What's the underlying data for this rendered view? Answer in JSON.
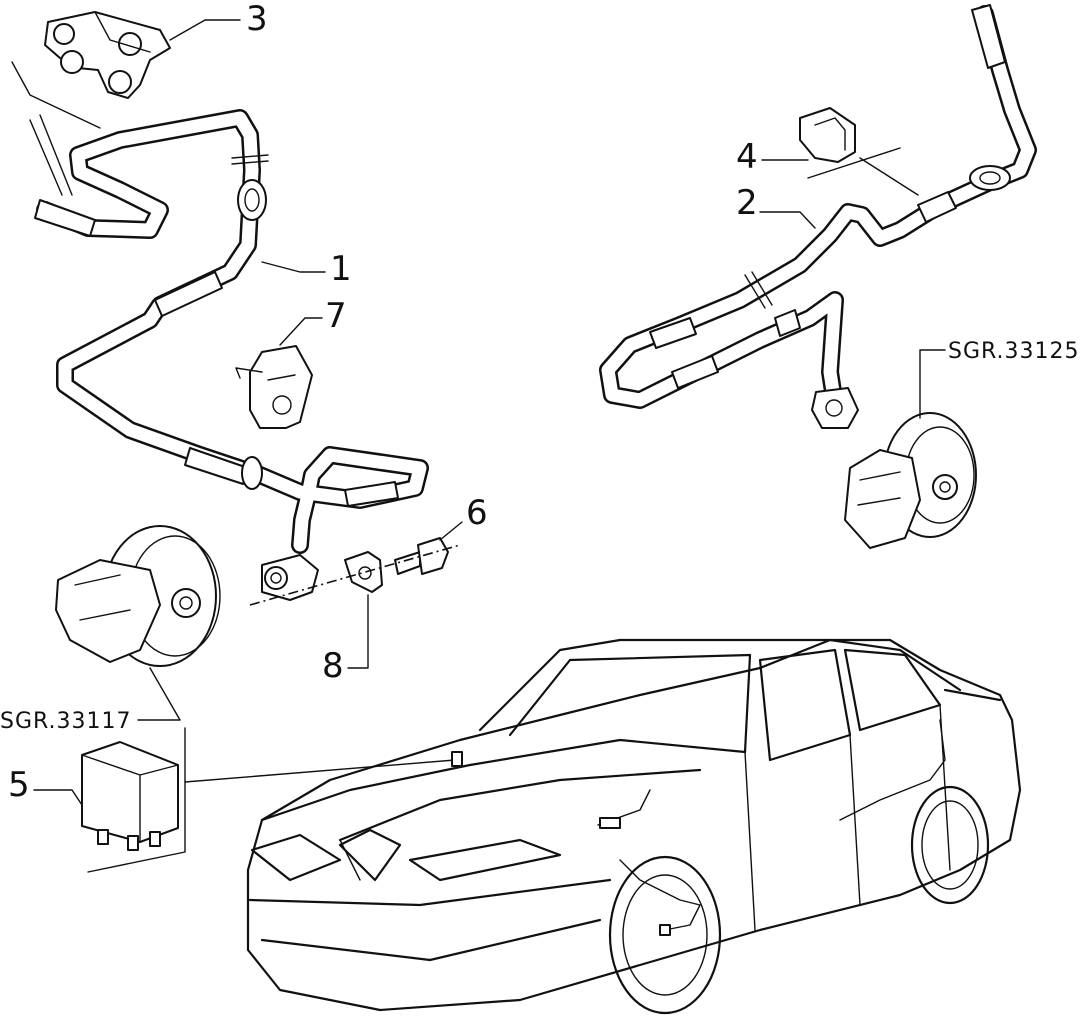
{
  "callouts": {
    "c1": "1",
    "c2": "2",
    "c3": "3",
    "c4": "4",
    "c5": "5",
    "c6": "6",
    "c7": "7",
    "c8": "8"
  },
  "references": {
    "rear_brake": "SGR.33125",
    "front_brake": "SGR.33117"
  },
  "colors": {
    "line": "#111111",
    "background": "#ffffff"
  }
}
